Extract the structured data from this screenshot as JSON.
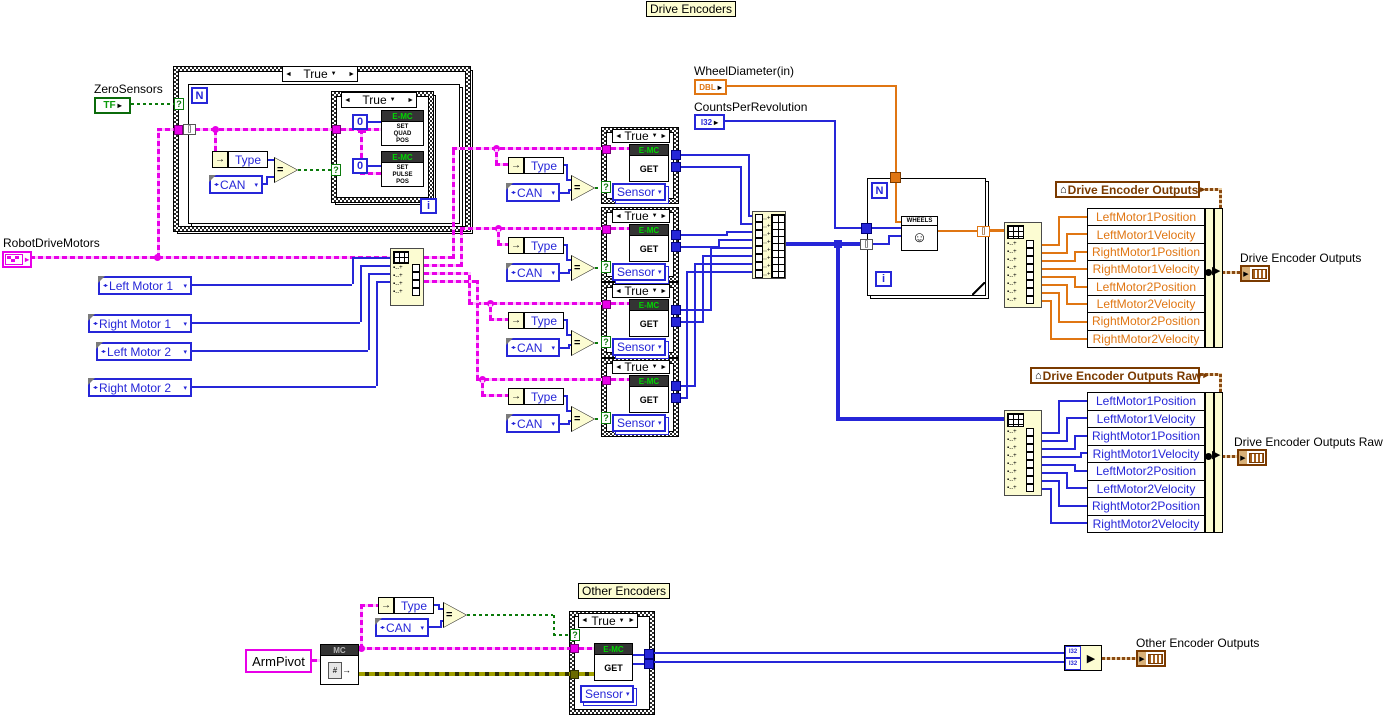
{
  "labels": {
    "drive_encoders": "Drive Encoders",
    "other_encoders": "Other Encoders"
  },
  "controls": {
    "zero_sensors": {
      "label": "ZeroSensors",
      "type_glyph": "TF"
    },
    "robot_drive_motors": {
      "label": "RobotDriveMotors"
    },
    "wheel_diameter": {
      "label": "WheelDiameter(in)",
      "type_glyph": "DBL"
    },
    "counts_per_revolution": {
      "label": "CountsPerRevolution",
      "type_glyph": "I32"
    },
    "arm_pivot": {
      "label": "ArmPivot"
    }
  },
  "motor_rings": [
    {
      "label": "Left Motor 1"
    },
    {
      "label": "Right Motor 1"
    },
    {
      "label": "Left Motor 2"
    },
    {
      "label": "Right Motor 2"
    }
  ],
  "zero_case": {
    "selector": "True",
    "loop_n": "N",
    "loop_i": "i",
    "type_label": "Type",
    "can_label": "CAN",
    "equals": "=",
    "inner": {
      "selector": "True",
      "const_quad": "0",
      "const_pulse": "0",
      "quad": {
        "header": "E-MC",
        "line1": "SET",
        "line2": "QUAD",
        "line3": "POS"
      },
      "pulse": {
        "header": "E-MC",
        "line1": "SET",
        "line2": "PULSE",
        "line3": "POS"
      }
    }
  },
  "sensor_case": {
    "selector": "True",
    "type_label": "Type",
    "can_label": "CAN",
    "equals": "=",
    "emc_header": "E-MC",
    "emc_body": "GET",
    "sensor_label": "Sensor"
  },
  "wheels_loop": {
    "loop_n": "N",
    "loop_i": "i",
    "vi_label": "WHEELS"
  },
  "encoder_fields": [
    "LeftMotor1Position",
    "LeftMotor1Velocity",
    "RightMotor1Position",
    "RightMotor1Velocity",
    "LeftMotor2Position",
    "LeftMotor2Velocity",
    "RightMotor2Position",
    "RightMotor2Velocity"
  ],
  "drive_outputs": {
    "global_label": "Drive Encoder Outputs",
    "indicator_label": "Drive Encoder Outputs"
  },
  "drive_outputs_raw": {
    "global_label": "Drive Encoder Outputs Raw",
    "indicator_label": "Drive Encoder Outputs Raw"
  },
  "other_section": {
    "mc_header": "MC",
    "type_label": "Type",
    "can_label": "CAN",
    "equals": "=",
    "case": {
      "selector": "True",
      "emc_header": "E-MC",
      "emc_body": "GET",
      "sensor_label": "Sensor"
    },
    "bundle_terms": [
      "I32",
      "I32"
    ],
    "indicator_label": "Other Encoder Outputs"
  },
  "colors": {
    "cluster_pink": "#e800e8",
    "int_blue": "#2626d8",
    "float_orange": "#e07613",
    "bool_green": "#0b7a0b",
    "cluster_brown": "#7a3a00",
    "node_yellow": "#fcfcd2",
    "label_yellow": "#fdfdd2",
    "emc_green": "#00d800"
  }
}
